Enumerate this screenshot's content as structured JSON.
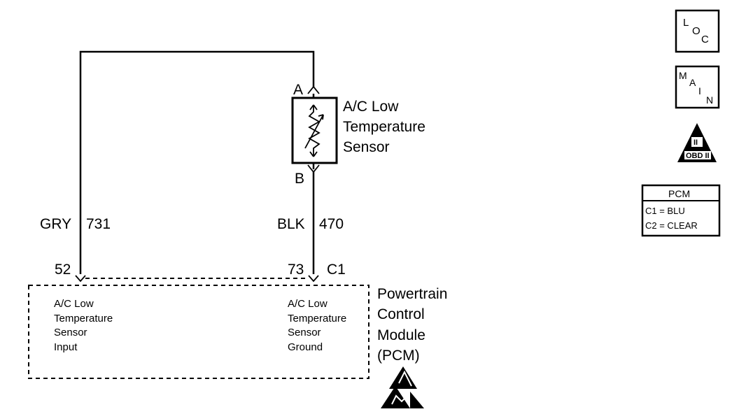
{
  "sensor": {
    "pin_a": "A",
    "pin_b": "B",
    "name_lines": [
      "A/C Low",
      "Temperature",
      "Sensor"
    ]
  },
  "wires": {
    "left": {
      "color": "GRY",
      "circuit": "731",
      "pin": "52"
    },
    "right": {
      "color": "BLK",
      "circuit": "470",
      "pin": "73"
    },
    "connector": "C1"
  },
  "module": {
    "name_lines": [
      "Powertrain",
      "Control",
      "Module",
      "(PCM)"
    ],
    "left_function_lines": [
      "A/C Low",
      "Temperature",
      "Sensor",
      "Input"
    ],
    "right_function_lines": [
      "A/C Low",
      "Temperature",
      "Sensor",
      "Ground"
    ]
  },
  "badges": {
    "loc": {
      "l": "L",
      "o": "O",
      "c": "C"
    },
    "main": {
      "m": "M",
      "a": "A",
      "i": "I",
      "n": "N"
    },
    "obd": {
      "numeral": "II",
      "text": "OBD II"
    }
  },
  "pcm_table": {
    "title": "PCM",
    "rows": [
      "C1 = BLU",
      "C2 = CLEAR"
    ]
  },
  "icons": {
    "obd_icon": "obd-ii-warning-triangle",
    "esd_icon": "electrostatic-discharge-hand-icon"
  }
}
